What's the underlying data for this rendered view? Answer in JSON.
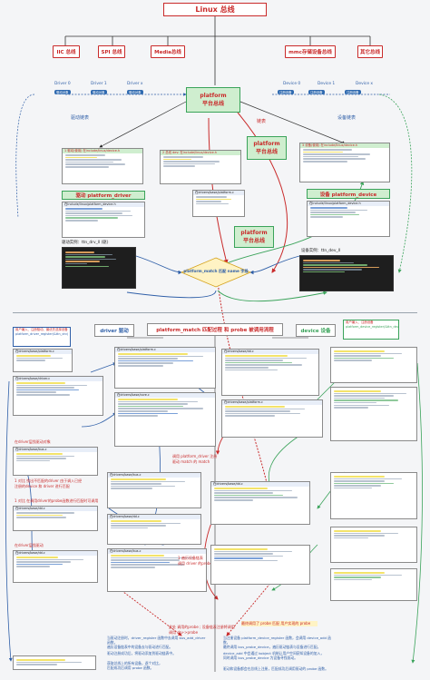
{
  "top": {
    "bus_title": "Linux 总线",
    "buses": [
      "IIC 总线",
      "SPI 总线",
      "Media总线",
      "mmc存储设备总线",
      "其它总线"
    ]
  },
  "platform_bus": {
    "main": "platform\n平台总线",
    "second": "platform\n平台总线",
    "third": "platform\n平台总线",
    "link_label": "链表"
  },
  "drivers_row": {
    "items": [
      "Driver 0",
      "Driver 1",
      "Driver x"
    ],
    "pills": [
      "驱动对象",
      "驱动对象",
      "驱动对象"
    ],
    "list_label": "驱动链表"
  },
  "devices_row": {
    "items": [
      "Device 0",
      "Device 1",
      "Device x"
    ],
    "pills": [
      "注册设备",
      "注册设备",
      "注册设备"
    ],
    "list_label": "设备链表"
  },
  "driver_side": {
    "struct_header": "1 驱动(使用) 在include/linux/device.h",
    "driver_label": "驱动 platform_driver",
    "driver_header": "在include/linux/platform_device.h",
    "drv_instance": "驱动实例：ttn_drv_ll (驱)"
  },
  "middle_side": {
    "struct_header": "2 总线 dev: 在include/linux/device.h",
    "pbus_header": "在drivers/base/platform.c"
  },
  "device_side": {
    "struct_header": "3 设备(使用) 在include/linux/device.h",
    "device_label": "设备 platform_device",
    "device_header": "在include/linux/platform_device.h",
    "dev_instance": "设备实例：ttn_dev_ll"
  },
  "match": {
    "diamond": "platform_match 匹配 name 字段"
  },
  "flow": {
    "left_entry": "用户编入、注册驱动、最优先选择设备",
    "left_func": "platform_driver_register(&ttn_drv)",
    "driver_section": "driver 驱动",
    "title": "platform_match 匹配过程 和 probe 被调用流程",
    "device_section": "device 设备",
    "right_entry": "用户编入、注册设备",
    "right_func": "platform_device_register(&ttn_dev)"
  },
  "code_headers": {
    "c1": "在drivers/base/platform.c",
    "c2": "在drivers/base/driver.c",
    "c3": "在drivers/base/bus.c",
    "c4": "在drivers/base/dd.c",
    "c5": "在drivers/base/dd.c",
    "c6": "在drivers/base/platform.c",
    "c7": "在drivers/base/core.c",
    "c8": "在drivers/base/bus.c",
    "c9": "在drivers/base/dd.c",
    "c10": "在drivers/base/bus.c",
    "c11": "在drivers/base/dd.c",
    "c12": "在drivers/base/platform.c",
    "c13": "在drivers/base/dd.c"
  },
  "notes": {
    "n1": "在driver层找驱动对象",
    "n2": "1 对比 找出不匹配的driver 由于调入已经\n注册的device 和 driver 进行匹配",
    "n3": "1 对比 在调用driver的probe函数进行匹配时可调用",
    "n4": "在driver层找驱动",
    "n5": "调用 platform_driver 注册\n驱动 match 的 match",
    "n6": "1 遍历设备链表\n调用 driver 的probe",
    "n7": "此处 调用的probe ; 设备链表注册将调用\n调用 drv->probe",
    "n8": "最终调用了 probe 匹配 用户实现的 probe",
    "bottom_left_1": "当驱动注册时，driver_register 函数中去调用 bus_add_driver 函数，\n遍历设备链表中的设备去与驱动进行匹配。",
    "bottom_left_2": "驱动注册成功后，将驱动添加到驱动链表中。",
    "bottom_left_3": "获取总线上的所有设备，逐个对比，\n匹配成功后调用 probe 函数。",
    "bottom_right_1": "当注册设备 platform_device_register 函数，会调用 device_add 函数，\n最终调用 bus_probe_device，遍历驱动链表与设备进行匹配。",
    "bottom_right_2": "device_add 中会通过 kobject 机制让用户空间获知设备的加入，\n同时调用 bus_probe_device 为设备寻找驱动。",
    "bottom_right_3": "驱动和设备都会在总线上注册，匹配成功后调用驱动的 probe 函数。"
  },
  "colors": {
    "accent_red": "#c92a2a",
    "accent_blue": "#2f5fa8",
    "green_box": "#cfeecf",
    "title_bar": "#2f6ab0"
  }
}
